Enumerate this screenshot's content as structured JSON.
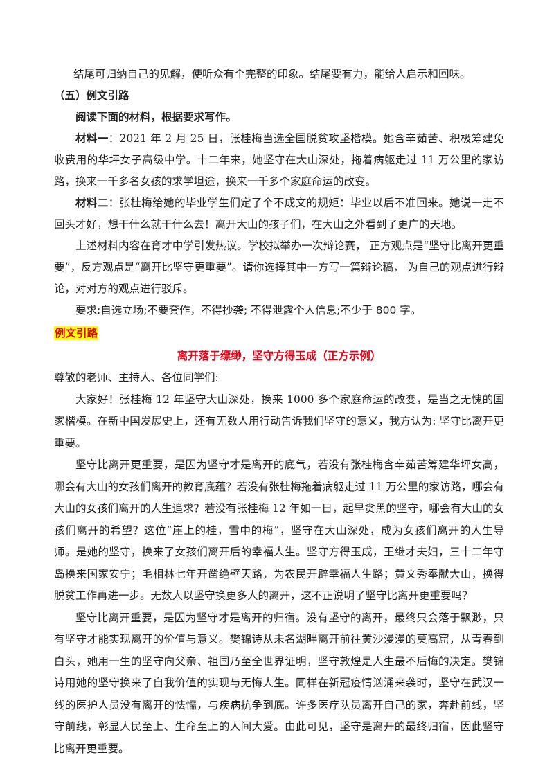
{
  "intro": {
    "closing_tip": "结尾可归纳自己的见解，使听众有个完整的印象。结尾要有力，能给人启示和回味。"
  },
  "section": {
    "heading": "（五）例文引路",
    "instruction": "阅读下面的材料，根据要求写作。",
    "material1_label": "材料一",
    "material1_text": "：2021 年 2 月 25 日，张桂梅当选全国脱贫攻坚楷模。她含辛茹苦、积极筹建免收费用的华坪女子高级中学。十二年来，她坚守在大山深处，拖着病躯走过 11 万公里的家访路，换来一千多名女孩的求学坦途，换来一千多个家庭命运的改变。",
    "material2_label": "材料二",
    "material2_text": "：张桂梅给她的毕业学生们定了个不成文的规矩：毕业以后不准回来。她说一走不回头才好，想干什么就干什么去！离开大山的孩子们，在大山之外看到了更广的天地。",
    "task": "上述材料内容在育才中学引发热议。学校拟举办一次辩论赛，  正方观点是“坚守比离开更重要”，反方观点是“离开比坚守更重要”。请你选择其中一方写一篇辩论稿，  为自己的观点进行辩论，对对方的观点进行驳斥。",
    "requirements": "要求:自选立场;不要套作，不得抄袭; 不得泄露个人信息;不少于 800 字。"
  },
  "example": {
    "badge": "例文引路",
    "title": "离开落于缥缈，坚守方得玉成（正方示例）",
    "greeting": "尊敬的老师、主持人、各位同学们:",
    "paragraphs": [
      "大家好！张桂梅 12 年坚守大山深处，换来 1000 多个家庭命运的改变，是当之无愧的国家楷模。在新中国发展史上，还有无数人用行动告诉我们坚守的意义，我方认为: 坚守比离开更重要。",
      "坚守比离开更重要，是因为坚守才是离开的底气，若没有张桂梅含辛茹苦筹建华坪女高，哪会有大山的女孩们离开的教育底蕴？若没有张桂梅拖着病躯走过 11 万公里的家访路，哪会有大山的女孩们离开的人生追求？若没有张桂梅 12 年如一日，起早贪黑的坚守，哪会有大山的女孩们离开的希望？这位“崖上的桂，雪中的梅”，坚守在大山深处，成为女孩们离开的人生导师。是她的坚守，换来了女孩们离开后的幸福人生。坚守方得玉成，王继才夫妇，三十二年守岛换来国家安宁；毛相林七年开凿绝壁天路，为农民开辟幸福人生路；黄文秀奉献大山，换得脱贫工作再进一步。无数人以坚守换更多人的离开，这不正说明了坚守比离开更重要吗？",
      "坚守比离开重要，是因为坚守才是离开的归宿。没有坚守的离开，最终只会落于飘渺，只有坚守才能实现离开的价值与意义。樊锦诗从未名湖畔离开前往黄沙漫漫的莫高窟，从青春到白头，她用一生的坚守向父亲、祖国乃至全世界证明，坚守敦煌是人生最不后悔的决定。樊锦诗用她的坚守换来了自我价值的实现与无悔人生。同样在新冠疫情汹涌来袭时，坚守在武汉一线的医护人员没有离开的怯懦，与疾病抗争到底。许多医疗队员离开自己的家，奔赴前线，坚守前线，彰显人民至上、生命至上的人间大爱。由此可见，坚守是离开的最终归宿，因此坚守比离开更重要。"
    ]
  }
}
